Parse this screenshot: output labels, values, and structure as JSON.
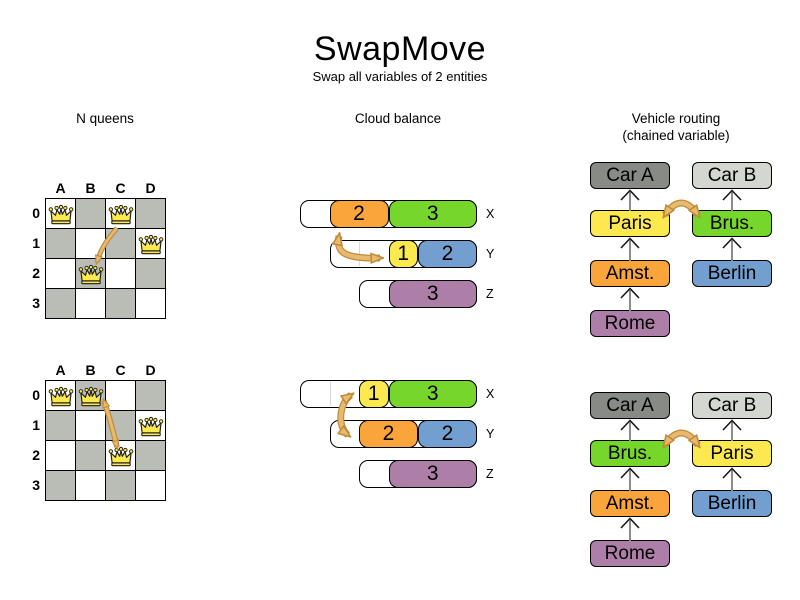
{
  "title": "SwapMove",
  "subtitle": "Swap all variables of 2 entities",
  "columns": [
    {
      "id": "nqueens",
      "label": "N queens",
      "sublabel": ""
    },
    {
      "id": "cloud",
      "label": "Cloud balance",
      "sublabel": ""
    },
    {
      "id": "vehicle",
      "label": "Vehicle routing",
      "sublabel": "(chained variable)"
    }
  ],
  "colors": {
    "orange": "#F9A53B",
    "green": "#76D62B",
    "blue": "#729FCF",
    "yellow": "#FCE94F",
    "purple": "#AD7FA8",
    "car_a": "#888A85",
    "car_b": "#D3D7CF",
    "board_gray": "#BABDB6",
    "queen_gold": "#FCE94F",
    "arrow_fill": "#E9B96E",
    "arrow_edge": "#BE8B3A",
    "chain_line": "#8c8c8c",
    "chain_head": "#1a1a1a"
  },
  "nqueens": {
    "column_labels": [
      "A",
      "B",
      "C",
      "D"
    ],
    "row_labels": [
      "0",
      "1",
      "2",
      "3"
    ],
    "boards": [
      {
        "queens": [
          [
            0,
            0
          ],
          [
            2,
            0
          ],
          [
            3,
            1
          ],
          [
            1,
            2
          ]
        ],
        "swap": [
          "C0",
          "B2"
        ]
      },
      {
        "queens": [
          [
            0,
            0
          ],
          [
            1,
            0
          ],
          [
            3,
            1
          ],
          [
            2,
            2
          ]
        ],
        "swap": [
          "B0",
          "C2"
        ]
      }
    ]
  },
  "cloud": {
    "states": [
      {
        "rows": [
          {
            "label": "X",
            "capacity": 6,
            "lead": 1,
            "blocks": [
              {
                "value": "2",
                "units": 2,
                "color": "orange"
              },
              {
                "value": "3",
                "units": 3,
                "color": "green"
              }
            ]
          },
          {
            "label": "Y",
            "capacity": 5,
            "lead": 2,
            "blocks": [
              {
                "value": "1",
                "units": 1,
                "color": "yellow"
              },
              {
                "value": "2",
                "units": 2,
                "color": "blue"
              }
            ]
          },
          {
            "label": "Z",
            "capacity": 4,
            "lead": 1,
            "blocks": [
              {
                "value": "3",
                "units": 3,
                "color": "purple"
              }
            ]
          }
        ],
        "swap": [
          "2",
          "1"
        ]
      },
      {
        "rows": [
          {
            "label": "X",
            "capacity": 6,
            "lead": 2,
            "blocks": [
              {
                "value": "1",
                "units": 1,
                "color": "yellow"
              },
              {
                "value": "3",
                "units": 3,
                "color": "green"
              }
            ]
          },
          {
            "label": "Y",
            "capacity": 5,
            "lead": 1,
            "blocks": [
              {
                "value": "2",
                "units": 2,
                "color": "orange"
              },
              {
                "value": "2",
                "units": 2,
                "color": "blue"
              }
            ]
          },
          {
            "label": "Z",
            "capacity": 4,
            "lead": 1,
            "blocks": [
              {
                "value": "3",
                "units": 3,
                "color": "purple"
              }
            ]
          }
        ],
        "swap": [
          "1",
          "2"
        ]
      }
    ]
  },
  "vehicle": {
    "states": [
      {
        "chains": [
          [
            "Car A",
            "Paris",
            "Amst.",
            "Rome"
          ],
          [
            "Car B",
            "Brus.",
            "Berlin"
          ]
        ],
        "swap": [
          "Paris",
          "Brus."
        ]
      },
      {
        "chains": [
          [
            "Car A",
            "Brus.",
            "Amst.",
            "Rome"
          ],
          [
            "Car B",
            "Paris",
            "Berlin"
          ]
        ],
        "swap": [
          "Brus.",
          "Paris"
        ]
      }
    ],
    "node_colors": {
      "Car A": "car_a",
      "Car B": "car_b",
      "Paris": "yellow",
      "Brus.": "green",
      "Amst.": "orange",
      "Berlin": "blue",
      "Rome": "purple"
    }
  }
}
